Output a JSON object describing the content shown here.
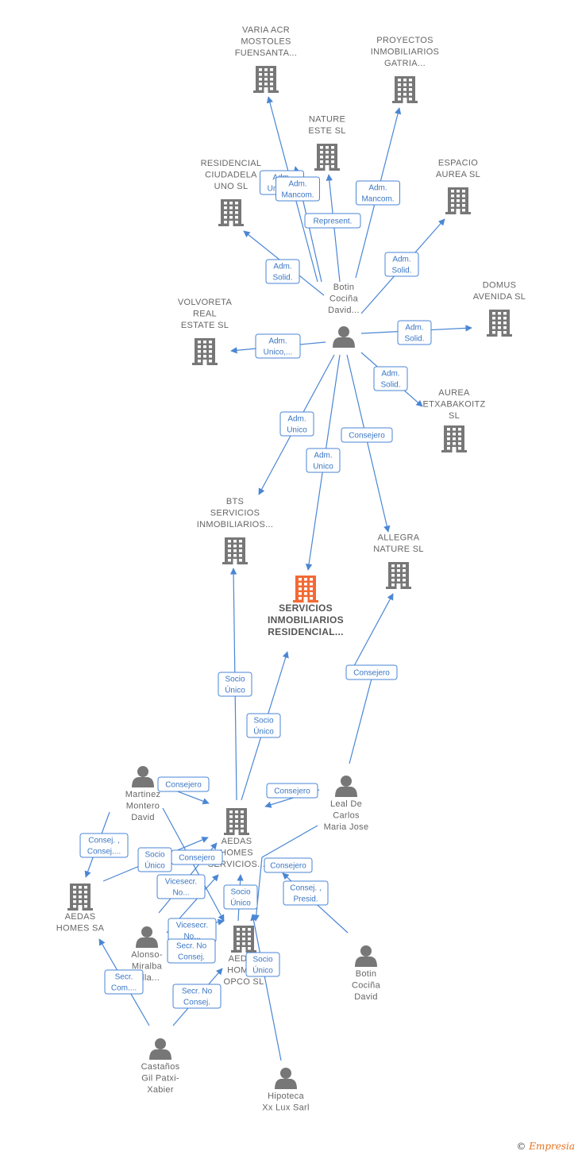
{
  "colors": {
    "edge": "#4a86d4",
    "node": "#777777",
    "focus": "#f26a34"
  },
  "nodes": [
    {
      "id": "varia",
      "type": "company",
      "label": [
        "VARIA ACR",
        "MOSTOLES",
        "FUENSANTA..."
      ]
    },
    {
      "id": "proyectos",
      "type": "company",
      "label": [
        "PROYECTOS",
        "INMOBILIARIOS",
        "GATRIA..."
      ]
    },
    {
      "id": "nature",
      "type": "company",
      "label": [
        "NATURE",
        "ESTE  SL"
      ]
    },
    {
      "id": "residencial",
      "type": "company",
      "label": [
        "RESIDENCIAL",
        "CIUDADELA",
        "UNO  SL"
      ]
    },
    {
      "id": "espacio",
      "type": "company",
      "label": [
        "ESPACIO",
        "AUREA  SL"
      ]
    },
    {
      "id": "domus",
      "type": "company",
      "label": [
        "DOMUS",
        "AVENIDA  SL"
      ]
    },
    {
      "id": "volvoreta",
      "type": "company",
      "label": [
        "VOLVORETA",
        "REAL",
        "ESTATE  SL"
      ]
    },
    {
      "id": "aurea",
      "type": "company",
      "label": [
        "AUREA",
        "ETXABAKOITZ",
        "SL"
      ]
    },
    {
      "id": "botin1",
      "type": "person",
      "label": [
        "Botin",
        "Cociña",
        "David..."
      ]
    },
    {
      "id": "bts",
      "type": "company",
      "label": [
        "BTS",
        "SERVICIOS",
        "INMOBILIARIOS..."
      ]
    },
    {
      "id": "allegra",
      "type": "company",
      "label": [
        "ALLEGRA",
        "NATURE  SL"
      ]
    },
    {
      "id": "servicios",
      "type": "focus",
      "label": [
        "SERVICIOS",
        "INMOBILIARIOS",
        "RESIDENCIAL..."
      ]
    },
    {
      "id": "martinez",
      "type": "person",
      "label": [
        "Martinez",
        "Montero",
        "David"
      ]
    },
    {
      "id": "aedas_serv",
      "type": "company",
      "label": [
        "AEDAS",
        "HOMES",
        "SERVICIOS..."
      ]
    },
    {
      "id": "leal",
      "type": "person",
      "label": [
        "Leal De",
        "Carlos",
        "Maria Jose"
      ]
    },
    {
      "id": "aedas_sa",
      "type": "company",
      "label": [
        "AEDAS",
        "HOMES SA"
      ]
    },
    {
      "id": "alonso",
      "type": "person",
      "label": [
        "Alonso-",
        "Miralba",
        "Villa..."
      ]
    },
    {
      "id": "aedas_opco",
      "type": "company",
      "label": [
        "AEDAS",
        "HOMES",
        "OPCO  SL"
      ]
    },
    {
      "id": "botin2",
      "type": "person",
      "label": [
        "Botin",
        "Cociña",
        "David"
      ]
    },
    {
      "id": "castanos",
      "type": "person",
      "label": [
        "Castaños",
        "Gil Patxi-",
        "Xabier"
      ]
    },
    {
      "id": "hipoteca",
      "type": "person",
      "label": [
        "Hipoteca",
        "Xx Lux Sarl"
      ]
    }
  ],
  "edges": [
    {
      "label": [
        "Adm.",
        "Unico,..."
      ]
    },
    {
      "label": [
        "Adm.",
        "Mancom."
      ]
    },
    {
      "label": [
        "Adm.",
        "Mancom."
      ]
    },
    {
      "label": [
        "Represent."
      ]
    },
    {
      "label": [
        "Adm.",
        "Solid."
      ]
    },
    {
      "label": [
        "Adm.",
        "Solid."
      ]
    },
    {
      "label": [
        "Adm.",
        "Solid."
      ]
    },
    {
      "label": [
        "Adm.",
        "Unico,..."
      ]
    },
    {
      "label": [
        "Adm.",
        "Solid."
      ]
    },
    {
      "label": [
        "Adm.",
        "Unico"
      ]
    },
    {
      "label": [
        "Adm.",
        "Unico"
      ]
    },
    {
      "label": [
        "Consejero"
      ]
    },
    {
      "label": [
        "Socio",
        "Único"
      ]
    },
    {
      "label": [
        "Socio",
        "Único"
      ]
    },
    {
      "label": [
        "Consejero"
      ]
    },
    {
      "label": [
        "Consejero"
      ]
    },
    {
      "label": [
        "Consejero"
      ]
    },
    {
      "label": [
        "Consej. ,",
        "Consej...."
      ]
    },
    {
      "label": [
        "Socio",
        "Único"
      ]
    },
    {
      "label": [
        "Consejero"
      ]
    },
    {
      "label": [
        "Consejero"
      ]
    },
    {
      "label": [
        "Vicesecr.",
        "No..."
      ]
    },
    {
      "label": [
        "Socio",
        "Único"
      ]
    },
    {
      "label": [
        "Consej. ,",
        "Presid."
      ]
    },
    {
      "label": [
        "Vicesecr.",
        "No..."
      ]
    },
    {
      "label": [
        "Secr.  No",
        "Consej."
      ]
    },
    {
      "label": [
        "Socio",
        "Único"
      ]
    },
    {
      "label": [
        "Secr.",
        "Com...."
      ]
    },
    {
      "label": [
        "Secr.  No",
        "Consej."
      ]
    }
  ],
  "footer": {
    "copyright": "©",
    "brand": "Empresia"
  }
}
